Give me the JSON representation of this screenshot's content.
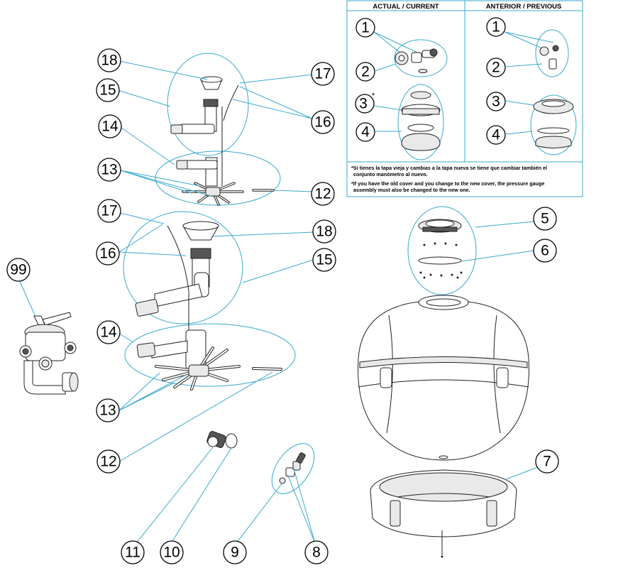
{
  "colors": {
    "accent": "#3aa9cf",
    "ink": "#000000"
  },
  "comparison": {
    "actual_label": "ACTUAL / CURRENT",
    "previous_label": "ANTERIOR / PREVIOUS",
    "actual_markers": [
      "1",
      "2",
      "3",
      "4"
    ],
    "actual_marker_3_suffix": "*",
    "previous_markers": [
      "1",
      "2",
      "3",
      "4"
    ],
    "note_es_line1": "*Si tienes la tapa vieja y cambias a la tapa nueva se tiene que cambiar también el",
    "note_es_line2": "conjunto manómetro al nuevo.",
    "note_en_line1": "*If you have the old cover and you change to the new cover, the pressure gauge",
    "note_en_line2": "assembly must also be changed to the new one."
  },
  "callouts": {
    "c99": "99",
    "c18a": "18",
    "c15a": "15",
    "c14a": "14",
    "c13a": "13",
    "c17a": "17",
    "c16a": "16",
    "c12a": "12",
    "c17b": "17",
    "c16b": "16",
    "c18b": "18",
    "c15b": "15",
    "c14b": "14",
    "c13b": "13",
    "c12b": "12",
    "c5": "5",
    "c6": "6",
    "c7": "7",
    "c11": "11",
    "c10": "10",
    "c9": "9",
    "c8": "8"
  }
}
